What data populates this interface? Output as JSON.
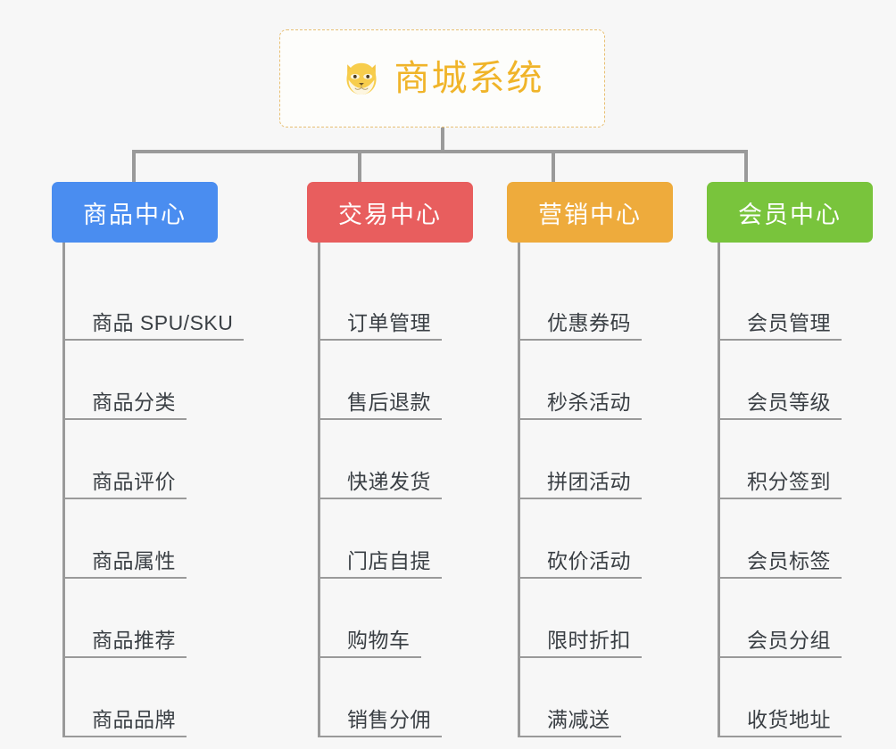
{
  "background_color": "#f7f7f7",
  "root": {
    "title": "商城系统",
    "icon": "shiba-dog-icon",
    "text_color": "#f0b429",
    "border_color": "#e8bf73"
  },
  "connector_color": "#9a9a9a",
  "branches": [
    {
      "title": "商品中心",
      "color": "#4a8df0",
      "items": [
        "商品 SPU/SKU",
        "商品分类",
        "商品评价",
        "商品属性",
        "商品推荐",
        "商品品牌"
      ]
    },
    {
      "title": "交易中心",
      "color": "#e85e5e",
      "items": [
        "订单管理",
        "售后退款",
        "快递发货",
        "门店自提",
        "购物车",
        "销售分佣"
      ]
    },
    {
      "title": "营销中心",
      "color": "#eeab3c",
      "items": [
        "优惠券码",
        "秒杀活动",
        "拼团活动",
        "砍价活动",
        "限时折扣",
        "满减送"
      ]
    },
    {
      "title": "会员中心",
      "color": "#79c43c",
      "items": [
        "会员管理",
        "会员等级",
        "积分签到",
        "会员标签",
        "会员分组",
        "收货地址"
      ]
    }
  ]
}
